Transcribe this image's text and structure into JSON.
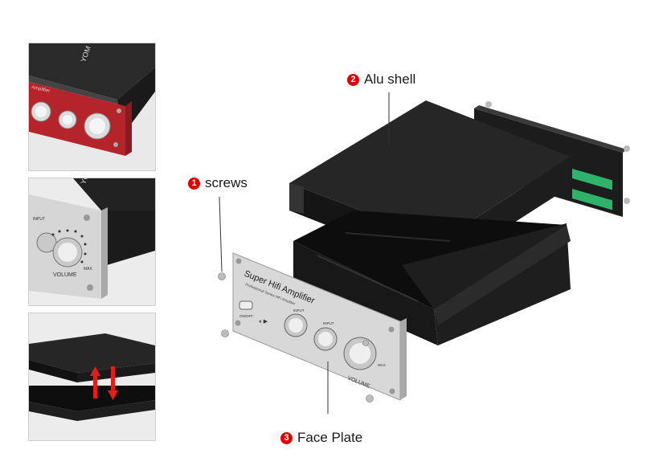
{
  "thumbnails": [
    {
      "name": "red-faceplate-closeup",
      "brand_text": "YOM",
      "plate_text": "Amplifier"
    },
    {
      "name": "volume-knob-closeup",
      "brand_text": "YO",
      "input_label": "INPUT",
      "volume_label": "VOLUME",
      "max_label": "MAX"
    },
    {
      "name": "shell-slide-illustration"
    }
  ],
  "callouts": {
    "screws": {
      "number": "1",
      "label": "screws"
    },
    "alu_shell": {
      "number": "2",
      "label": "Alu shell"
    },
    "face_plate": {
      "number": "3",
      "label": "Face Plate"
    }
  },
  "face_plate": {
    "title": "Super Hifi Amplifier",
    "subtitle": "Professional Series HiFi Amplifier",
    "onoff_label": "ON/OFF",
    "input_label": "INPUT",
    "volume_label": "VOLUME",
    "max_label": "MAX"
  },
  "colors": {
    "accent_red": "#e00000",
    "shell_dark": "#1e1e1e",
    "plate_silver": "#d8d8d8",
    "pcb_green": "#2fb36a",
    "red_plate": "#b5232b"
  }
}
